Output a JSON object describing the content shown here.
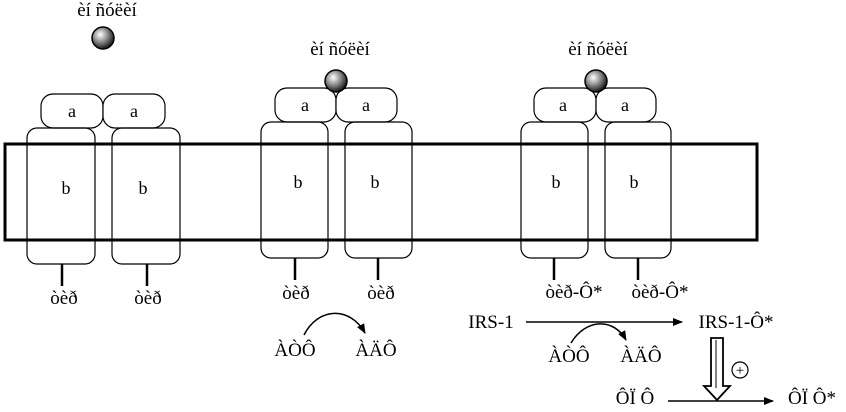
{
  "insulin_label": "èí ñóëèí",
  "receptors": [
    {
      "insulin_bound": false,
      "alpha_labels": [
        "a",
        "a"
      ],
      "beta_labels": [
        "b",
        "b"
      ],
      "tail_labels": [
        "òèð",
        "òèð"
      ]
    },
    {
      "insulin_bound": true,
      "alpha_labels": [
        "a",
        "a"
      ],
      "beta_labels": [
        "b",
        "b"
      ],
      "tail_labels": [
        "òèð",
        "òèð"
      ]
    },
    {
      "insulin_bound": true,
      "alpha_labels": [
        "a",
        "a"
      ],
      "beta_labels": [
        "b",
        "b"
      ],
      "tail_labels": [
        "òèð-Ô*",
        "òèð-Ô*"
      ]
    }
  ],
  "atp_reaction": {
    "from": "ÀÒÔ",
    "to": "ÀÄÔ"
  },
  "irs_reaction": {
    "substrate": "IRS-1",
    "product": "IRS-1-Ô*",
    "from": "ÀÒÔ",
    "to": "ÀÄÔ"
  },
  "activation_sign": "+",
  "downstream": {
    "from": "ÔÏ Ô",
    "to": "ÔÏ Ô*"
  }
}
